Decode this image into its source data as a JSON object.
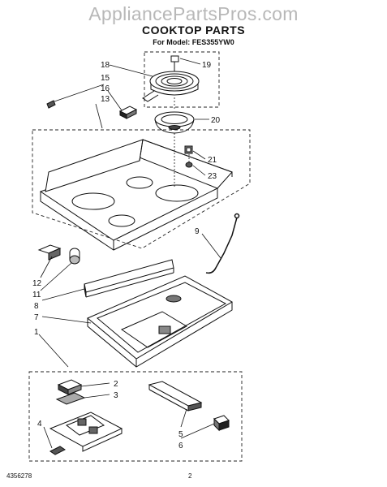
{
  "header": {
    "watermark": "AppliancePartsPros.com",
    "title": "COOKTOP PARTS",
    "model": "For Model: FES355YW0"
  },
  "callouts": [
    "1",
    "2",
    "3",
    "4",
    "5",
    "6",
    "7",
    "8",
    "9",
    "11",
    "12",
    "13",
    "15",
    "16",
    "18",
    "19",
    "20",
    "21",
    "23"
  ],
  "footer": {
    "doc_number": "4356278",
    "page_number": "2"
  }
}
